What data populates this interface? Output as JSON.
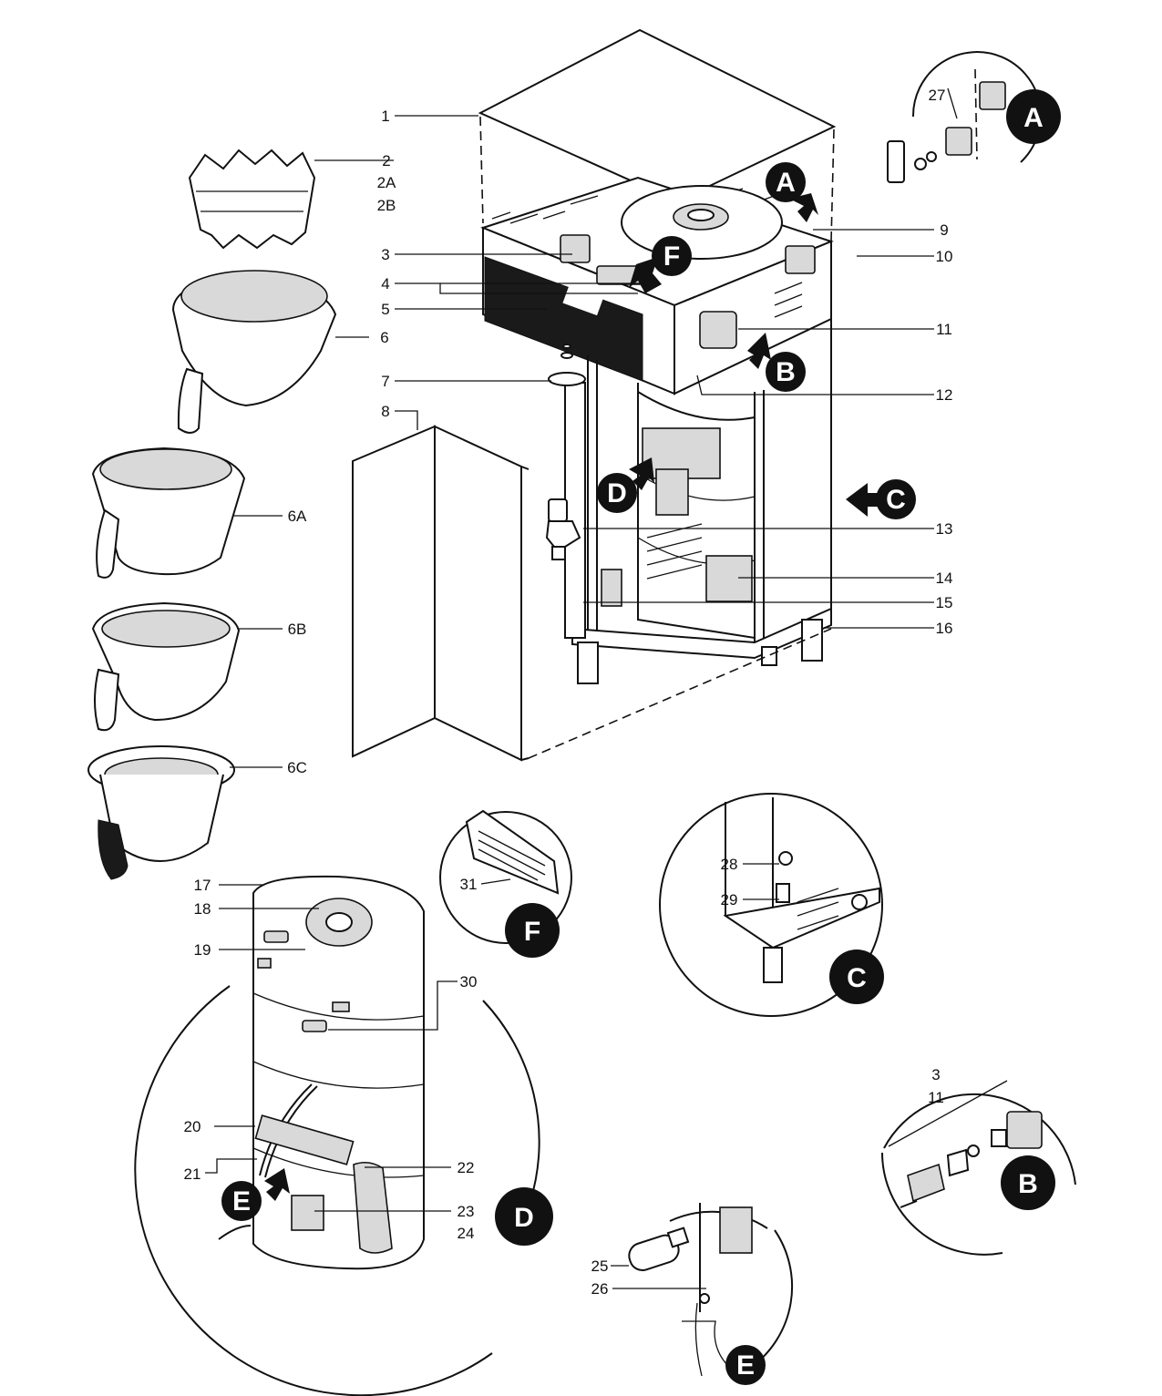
{
  "callouts": {
    "c1": "1",
    "c2": "2",
    "c2a": "2A",
    "c2b": "2B",
    "c3": "3",
    "c4": "4",
    "c5": "5",
    "c6": "6",
    "c6a": "6A",
    "c6b": "6B",
    "c6c": "6C",
    "c7": "7",
    "c8": "8",
    "c9": "9",
    "c10": "10",
    "c11": "11",
    "c12": "12",
    "c13": "13",
    "c14": "14",
    "c15": "15",
    "c16": "16",
    "c17": "17",
    "c18": "18",
    "c19": "19",
    "c20": "20",
    "c21": "21",
    "c22": "22",
    "c23": "23",
    "c24": "24",
    "c25": "25",
    "c26": "26",
    "c27": "27",
    "c28": "28",
    "c29": "29",
    "c30": "30",
    "c31": "31",
    "b3": "3",
    "b11": "11"
  },
  "detail_letters": {
    "a": "A",
    "b": "B",
    "c": "C",
    "d": "D",
    "e": "E",
    "f": "F"
  }
}
